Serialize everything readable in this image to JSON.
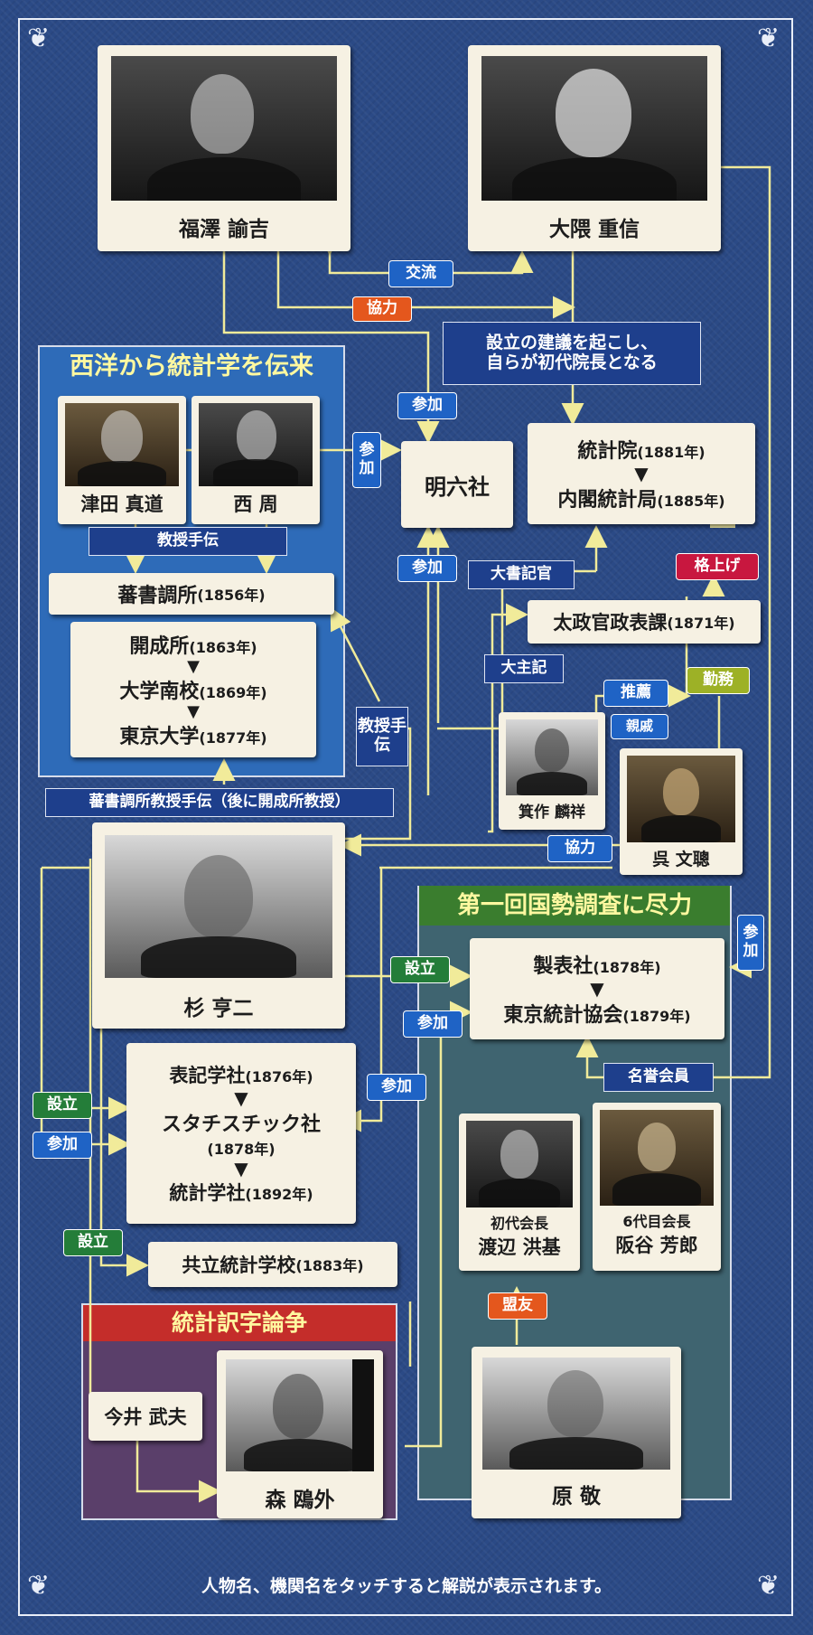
{
  "people": {
    "fukuzawa": "福澤 諭吉",
    "okuma": "大隈 重信",
    "tsuda": "津田 真道",
    "nishi": "西 周",
    "mitsukuri": "箕作 麟祥",
    "kure": "呉 文聰",
    "sugi": "杉 亨二",
    "watanabe_role": "初代会長",
    "watanabe": "渡辺 洪基",
    "sakatani_role": "6代目会長",
    "sakatani": "阪谷 芳郎",
    "imai": "今井 武夫",
    "mori": "森 鴎外",
    "hara": "原 敬"
  },
  "panels": {
    "western": "西洋から統計学を伝来",
    "census": "第一回国勢調査に尽力",
    "translation": "統計訳字論争"
  },
  "institutions": {
    "meirokusha": "明六社",
    "toukeiin": "統計院",
    "toukeiin_year": "(1881年)",
    "naikaku": "内閣統計局",
    "naikaku_year": "(1885年)",
    "bansho": "蕃書調所",
    "bansho_year": "(1856年)",
    "kaisei": "開成所",
    "kaisei_year": "(1863年)",
    "daigaku_nanko": "大学南校",
    "daigaku_nanko_year": "(1869年)",
    "todai": "東京大学",
    "todai_year": "(1877年)",
    "dajokan": "太政官政表課",
    "dajokan_year": "(1871年)",
    "seihyosha": "製表社",
    "seihyosha_year": "(1878年)",
    "tokyo_toukei": "東京統計協会",
    "tokyo_toukei_year": "(1879年)",
    "hyoki": "表記学社",
    "hyoki_year": "(1876年)",
    "statistic": "スタチスチック社",
    "statistic_year": "(1878年)",
    "toukeigaku": "統計学社",
    "toukeigaku_year": "(1892年)",
    "kyoritsu": "共立統計学校",
    "kyoritsu_year": "(1883年)"
  },
  "relations": {
    "koryu": "交流",
    "kyoryoku": "協力",
    "kyoryoku2": "協力",
    "sanka": "参加",
    "sanka_vertical": "参加",
    "kakuage": "格上げ",
    "suisen": "推薦",
    "shinseki": "親戚",
    "kinmu": "勤務",
    "setsuritsu": "設立",
    "meiyo": "名誉会員",
    "meiyu": "盟友",
    "kyoju_tetsudai": "教授手伝",
    "kyoju_tetsudai_v": "教授手伝",
    "osho_kikan": "大書記官",
    "oshuki": "大主記"
  },
  "notes": {
    "okuma_note_1": "設立の建議を起こし、",
    "okuma_note_2": "自らが初代院長となる",
    "sugi_note": "蕃書調所教授手伝（後に開成所教授）",
    "footer": "人物名、機関名をタッチすると解説が表示されます。"
  },
  "colors": {
    "background": "#2b4a86",
    "line": "#f1eb9a",
    "card": "#f6f1e3",
    "western_panel": "#2e6bb8",
    "census_panel": "#3f6470",
    "translation_panel": "#5a3f6a"
  },
  "icons": [
    "flourish-corner-icon",
    "arrow-down-icon"
  ]
}
